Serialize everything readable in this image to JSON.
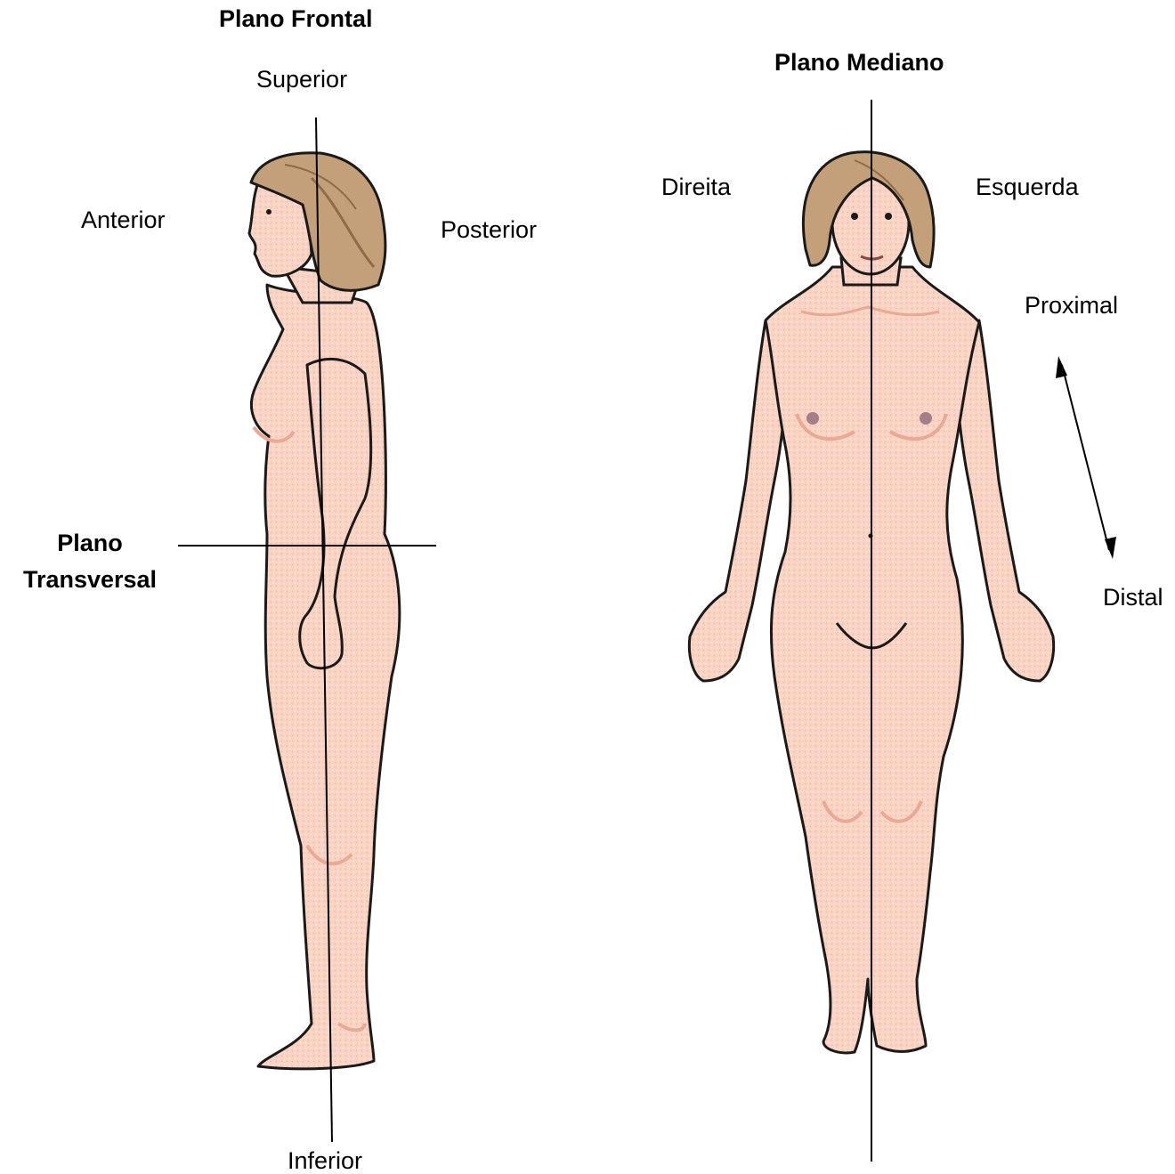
{
  "side_view": {
    "title": "Plano Frontal",
    "superior": "Superior",
    "inferior": "Inferior",
    "anterior": "Anterior",
    "posterior": "Posterior",
    "transverse_plane_line1": "Plano",
    "transverse_plane_line2": "Transversal"
  },
  "front_view": {
    "title": "Plano Mediano",
    "right": "Direita",
    "left": "Esquerda",
    "proximal": "Proximal",
    "distal": "Distal"
  },
  "colors": {
    "skin": "#f9d3c3",
    "skin_shade": "#eaa995",
    "outline": "#1a1a1a",
    "hair": "#c4a07a",
    "hair_shade": "#8e6b49",
    "line": "#000000",
    "nipple": "#a57e8a"
  }
}
